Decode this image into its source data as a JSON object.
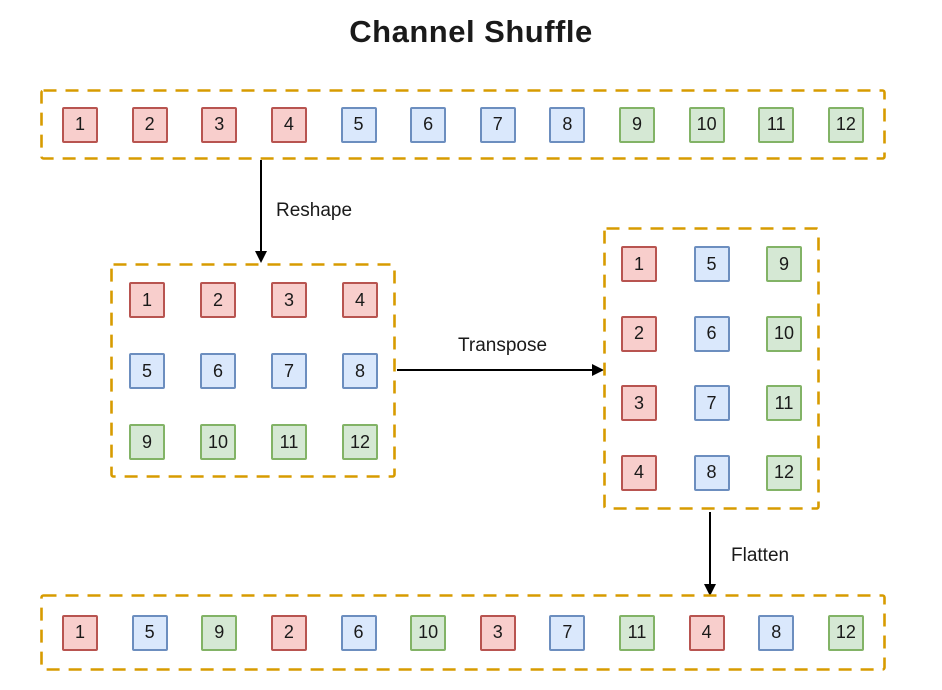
{
  "title": "Channel Shuffle",
  "labels": {
    "reshape": "Reshape",
    "transpose": "Transpose",
    "flatten": "Flatten"
  },
  "colors": {
    "dashed_border": "#D79B00",
    "arrow": "#000000",
    "red": {
      "fill": "#F8CECC",
      "stroke": "#B85450"
    },
    "blue": {
      "fill": "#DAE8FC",
      "stroke": "#6C8EBF"
    },
    "green": {
      "fill": "#D5E8D4",
      "stroke": "#82B366"
    }
  },
  "input_row": {
    "boxes": [
      {
        "v": "1",
        "c": "red"
      },
      {
        "v": "2",
        "c": "red"
      },
      {
        "v": "3",
        "c": "red"
      },
      {
        "v": "4",
        "c": "red"
      },
      {
        "v": "5",
        "c": "blue"
      },
      {
        "v": "6",
        "c": "blue"
      },
      {
        "v": "7",
        "c": "blue"
      },
      {
        "v": "8",
        "c": "blue"
      },
      {
        "v": "9",
        "c": "green"
      },
      {
        "v": "10",
        "c": "green"
      },
      {
        "v": "11",
        "c": "green"
      },
      {
        "v": "12",
        "c": "green"
      }
    ]
  },
  "reshaped_grid": {
    "rows": 3,
    "cols": 4,
    "boxes": [
      {
        "v": "1",
        "c": "red"
      },
      {
        "v": "2",
        "c": "red"
      },
      {
        "v": "3",
        "c": "red"
      },
      {
        "v": "4",
        "c": "red"
      },
      {
        "v": "5",
        "c": "blue"
      },
      {
        "v": "6",
        "c": "blue"
      },
      {
        "v": "7",
        "c": "blue"
      },
      {
        "v": "8",
        "c": "blue"
      },
      {
        "v": "9",
        "c": "green"
      },
      {
        "v": "10",
        "c": "green"
      },
      {
        "v": "11",
        "c": "green"
      },
      {
        "v": "12",
        "c": "green"
      }
    ]
  },
  "transposed_grid": {
    "rows": 4,
    "cols": 3,
    "boxes": [
      {
        "v": "1",
        "c": "red"
      },
      {
        "v": "5",
        "c": "blue"
      },
      {
        "v": "9",
        "c": "green"
      },
      {
        "v": "2",
        "c": "red"
      },
      {
        "v": "6",
        "c": "blue"
      },
      {
        "v": "10",
        "c": "green"
      },
      {
        "v": "3",
        "c": "red"
      },
      {
        "v": "7",
        "c": "blue"
      },
      {
        "v": "11",
        "c": "green"
      },
      {
        "v": "4",
        "c": "red"
      },
      {
        "v": "8",
        "c": "blue"
      },
      {
        "v": "12",
        "c": "green"
      }
    ]
  },
  "output_row": {
    "boxes": [
      {
        "v": "1",
        "c": "red"
      },
      {
        "v": "5",
        "c": "blue"
      },
      {
        "v": "9",
        "c": "green"
      },
      {
        "v": "2",
        "c": "red"
      },
      {
        "v": "6",
        "c": "blue"
      },
      {
        "v": "10",
        "c": "green"
      },
      {
        "v": "3",
        "c": "red"
      },
      {
        "v": "7",
        "c": "blue"
      },
      {
        "v": "11",
        "c": "green"
      },
      {
        "v": "4",
        "c": "red"
      },
      {
        "v": "8",
        "c": "blue"
      },
      {
        "v": "12",
        "c": "green"
      }
    ]
  }
}
